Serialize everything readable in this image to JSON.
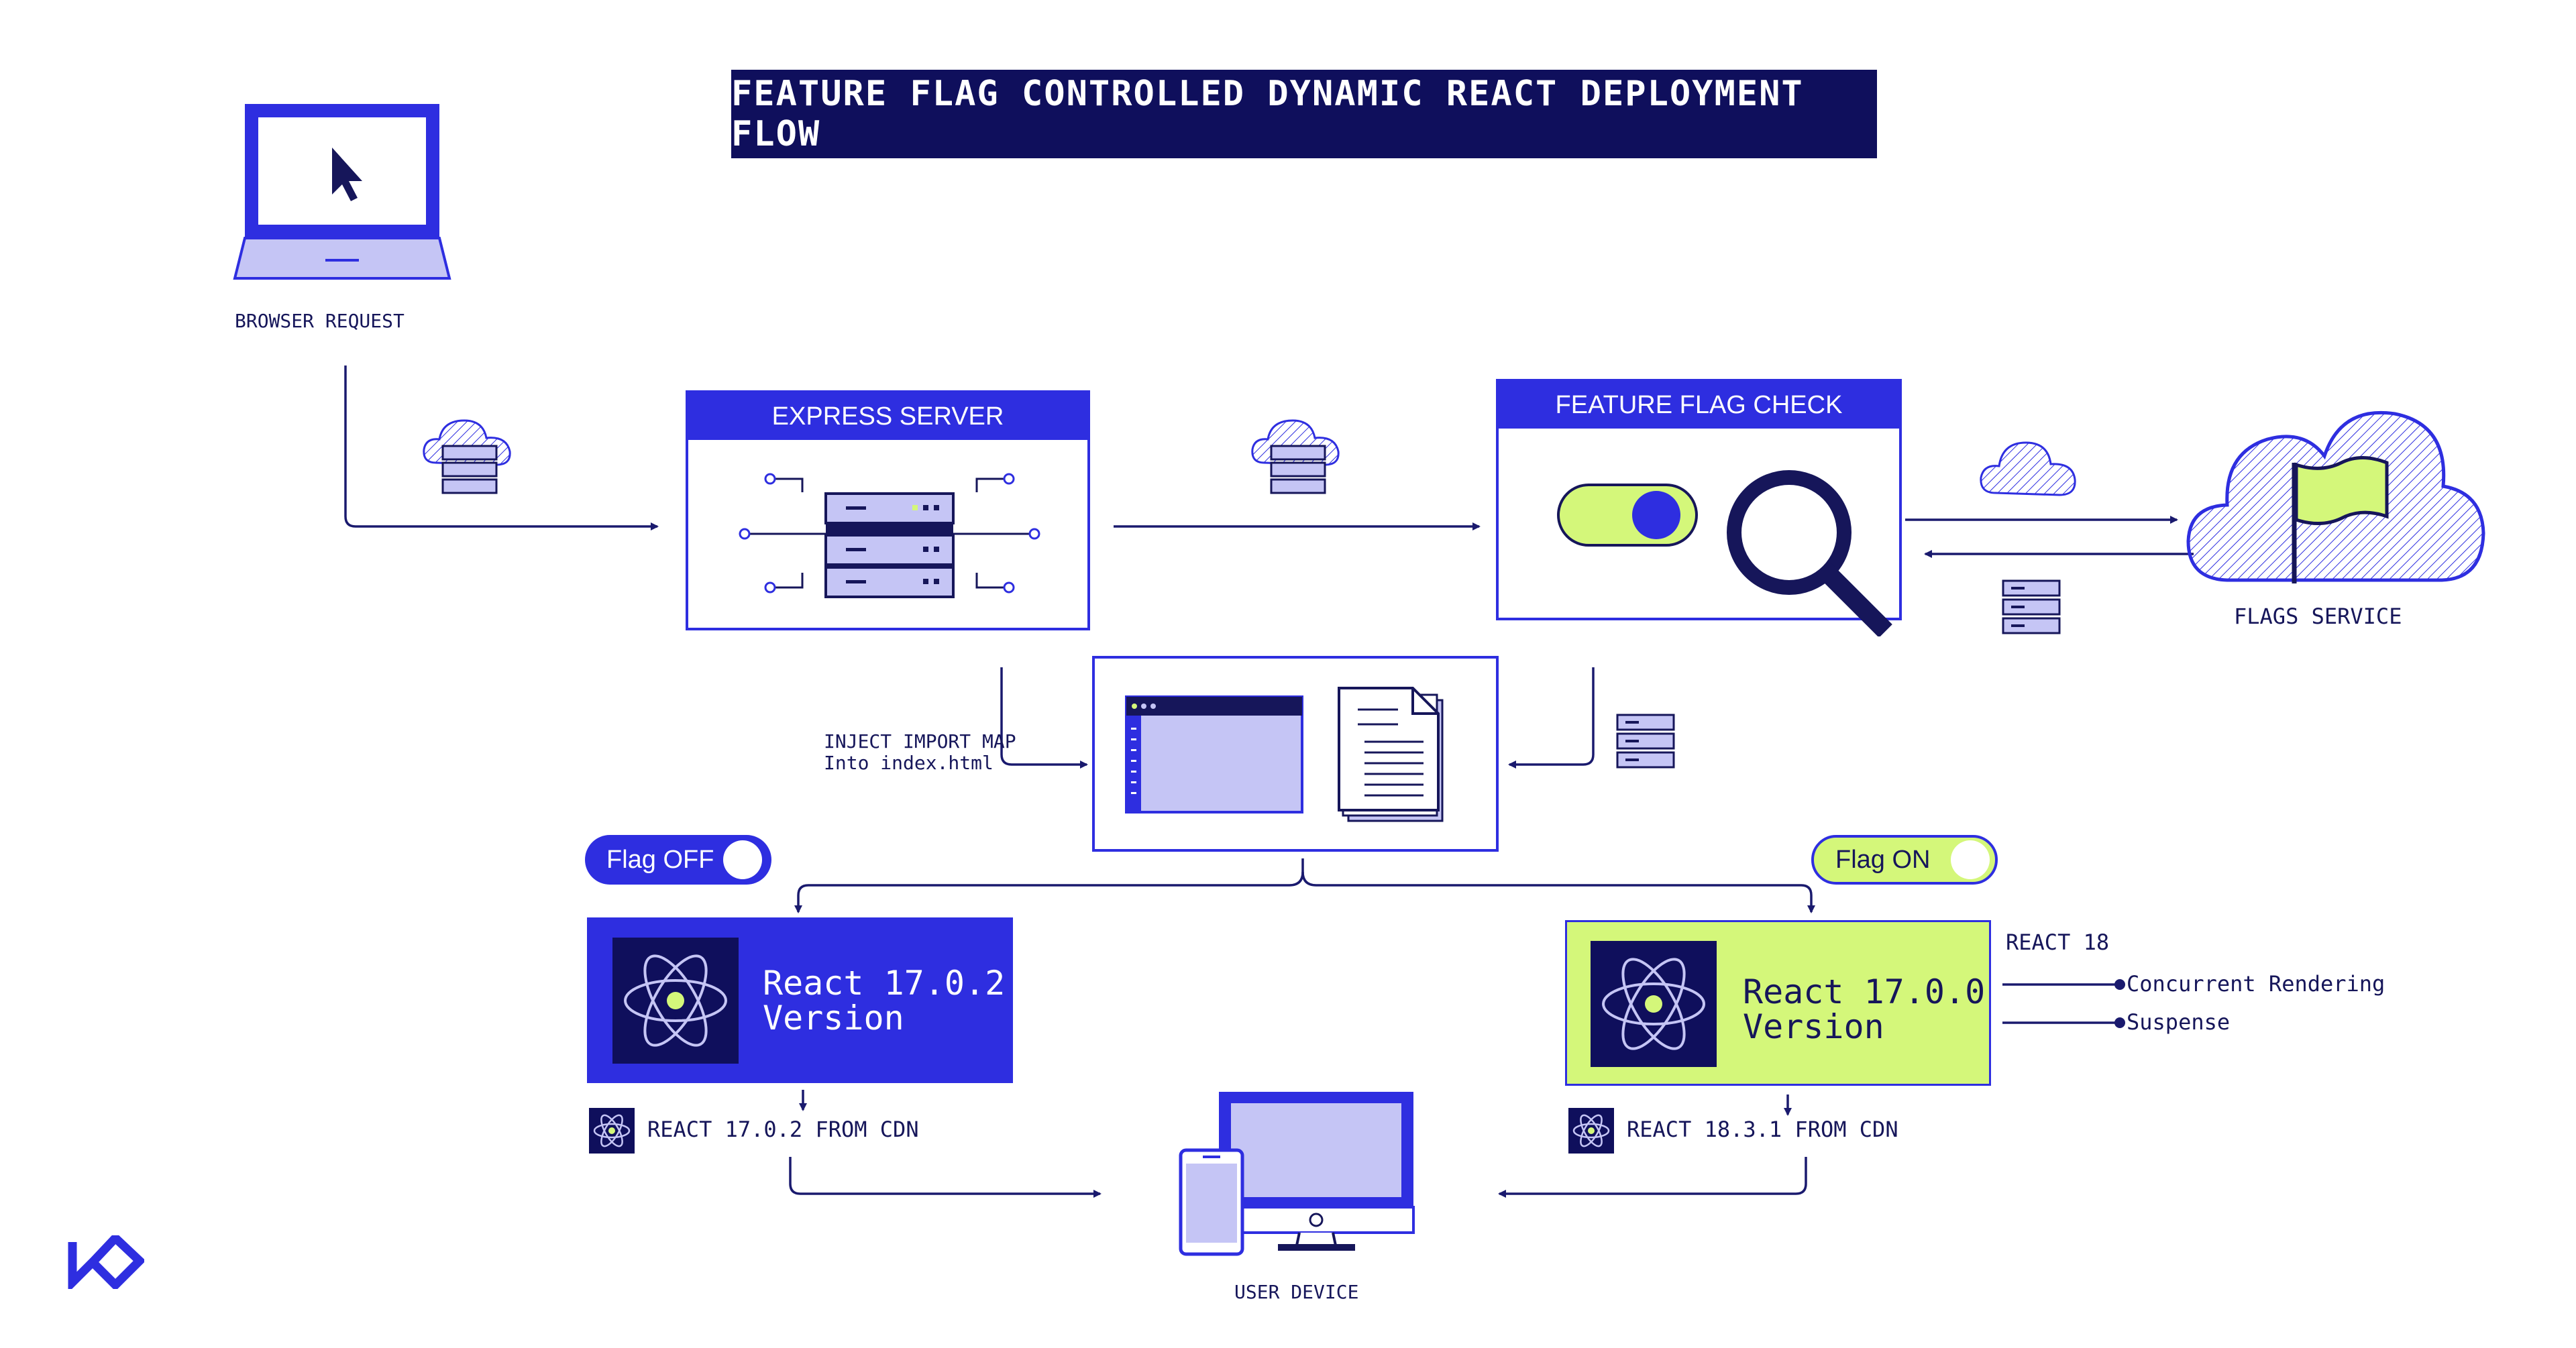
{
  "title": "FEATURE FLAG CONTROLLED DYNAMIC REACT DEPLOYMENT FLOW",
  "nodes": {
    "browser": {
      "label": "BROWSER REQUEST"
    },
    "express": {
      "header": "EXPRESS SERVER"
    },
    "flag_check": {
      "header": "FEATURE FLAG CHECK"
    },
    "flags_service": {
      "label": "FLAGS SERVICE"
    },
    "inject": {
      "label_line1": "INJECT IMPORT MAP",
      "label_line2": "Into index.html"
    },
    "flag_off": {
      "label": "Flag OFF"
    },
    "flag_on": {
      "label": "Flag ON"
    },
    "react_left": {
      "line1": "React 17.0.2",
      "line2": "Version",
      "cdn": "REACT 17.0.2 FROM CDN"
    },
    "react_right": {
      "line1": "React 17.0.0",
      "line2": "Version",
      "cdn": "REACT 18.3.1 FROM CDN"
    },
    "react18": {
      "label": "REACT 18",
      "features": [
        "Concurrent Rendering",
        "Suspense"
      ]
    },
    "user_device": {
      "label": "USER DEVICE"
    }
  },
  "colors": {
    "navy": "#0f0f5c",
    "blue": "#2e2ee0",
    "lavender": "#c5c5f5",
    "lime": "#d4f77a"
  },
  "icons": [
    "laptop-icon",
    "cloud-server-icon",
    "server-rack-icon",
    "toggle-icon",
    "magnifier-icon",
    "cloud-flag-icon",
    "code-editor-icon",
    "document-icon",
    "react-atom-icon",
    "user-device-icon",
    "logo-icon"
  ]
}
